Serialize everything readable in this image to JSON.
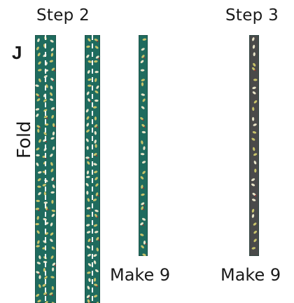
{
  "labels": {
    "step2": "Step 2",
    "step3": "Step 3",
    "letter": "J",
    "fold": "Fold",
    "make_left": "Make 9",
    "make_right": "Make 9"
  },
  "colors": {
    "teal_fabric": "#1f6b5e",
    "gray_fabric": "#4a4a4a",
    "fold_line": "#ffffff",
    "leaf_a": "#c8c26a",
    "leaf_b": "#e9e4c8",
    "berry": "#9c2f2f"
  },
  "strips": [
    {
      "name": "step2-strip-open-1",
      "fabric": "teal_fabric",
      "fold_line": true
    },
    {
      "name": "step2-strip-open-2",
      "fabric": "teal_fabric",
      "fold_line": true
    },
    {
      "name": "step2-strip-folded",
      "fabric": "teal_fabric",
      "fold_line": false
    },
    {
      "name": "step3-strip-folded",
      "fabric": "gray_fabric",
      "fold_line": false
    }
  ]
}
